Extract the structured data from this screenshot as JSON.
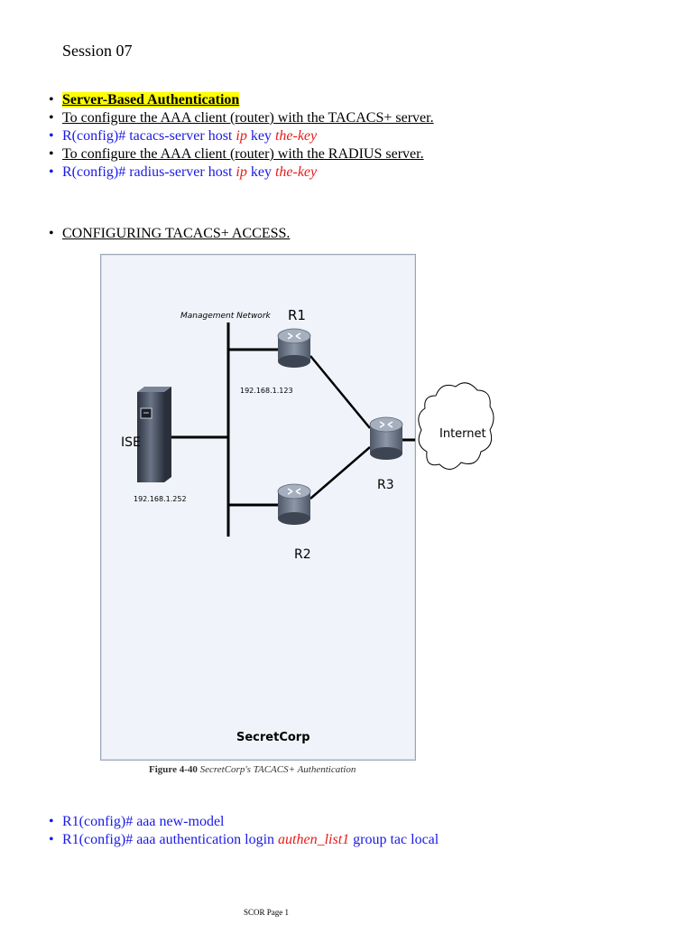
{
  "title": "Session 07",
  "bullets_top": [
    {
      "text": "Server-Based Authentication"
    },
    {
      "text": "To configure the AAA client (router) with the TACACS+ server."
    },
    {
      "parts": [
        "R(config)# tacacs-server host ",
        "ip",
        " key ",
        "the-key"
      ]
    },
    {
      "text": "To configure the AAA client (router) with the RADIUS server."
    },
    {
      "parts": [
        "R(config)# radius-server host ",
        "ip",
        " key ",
        "the-key"
      ]
    }
  ],
  "bullet_tacacs": "CONFIGURING TACACS+ ACCESS.",
  "figure": {
    "management_network": "Management Network",
    "r1": "R1",
    "r2": "R2",
    "r3": "R3",
    "ise": "ISE",
    "r1_ip": "192.168.1.123",
    "ise_ip": "192.168.1.252",
    "internet": "Internet",
    "org": "SecretCorp",
    "caption_bold": "Figure 4-40",
    "caption_italic": "SecretCorp's TACACS+ Authentication"
  },
  "bullets_bottom": [
    {
      "text": "R1(config)# aaa new-model"
    },
    {
      "parts": [
        "R1(config)# aaa authentication login ",
        "authen_list1",
        " group tac local"
      ]
    }
  ],
  "footer": "SCOR Page 1",
  "colors": {
    "blue": "#1a1ae6",
    "red": "#e61a1a",
    "highlight": "#ffff00"
  }
}
